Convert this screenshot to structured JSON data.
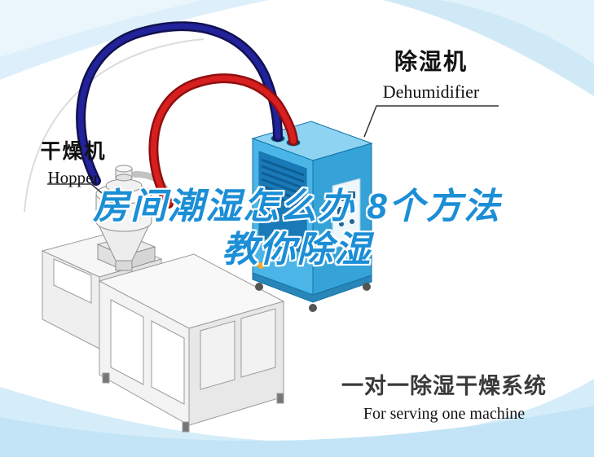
{
  "poster": {
    "title": {
      "line1": "房间潮湿怎么办 8个方法",
      "line2": "教你除湿",
      "color": "#1b8ed6"
    },
    "dehumidifier_label": {
      "zh": "除湿机",
      "en": "Dehumidifier"
    },
    "hopper_label": {
      "zh": "干燥机",
      "en": "Hopper"
    },
    "system_label": {
      "zh": "一对一除湿干燥系统",
      "en": "For serving one machine"
    },
    "illustration_parts": {
      "dehumidifier_unit": "dehumidifier-machine",
      "hopper_dryer": "hopper-dryer",
      "host_machine": "extruder-host-machine",
      "red_hose": "red-air-hose",
      "navy_hose": "navy-air-hose"
    },
    "colors": {
      "title_blue": "#1b8ed6",
      "dehumidifier_blue": "#45b4e7",
      "hose_red": "#d81f1f",
      "hose_navy": "#22229b",
      "wave_blue": "#cfe9f7"
    }
  }
}
